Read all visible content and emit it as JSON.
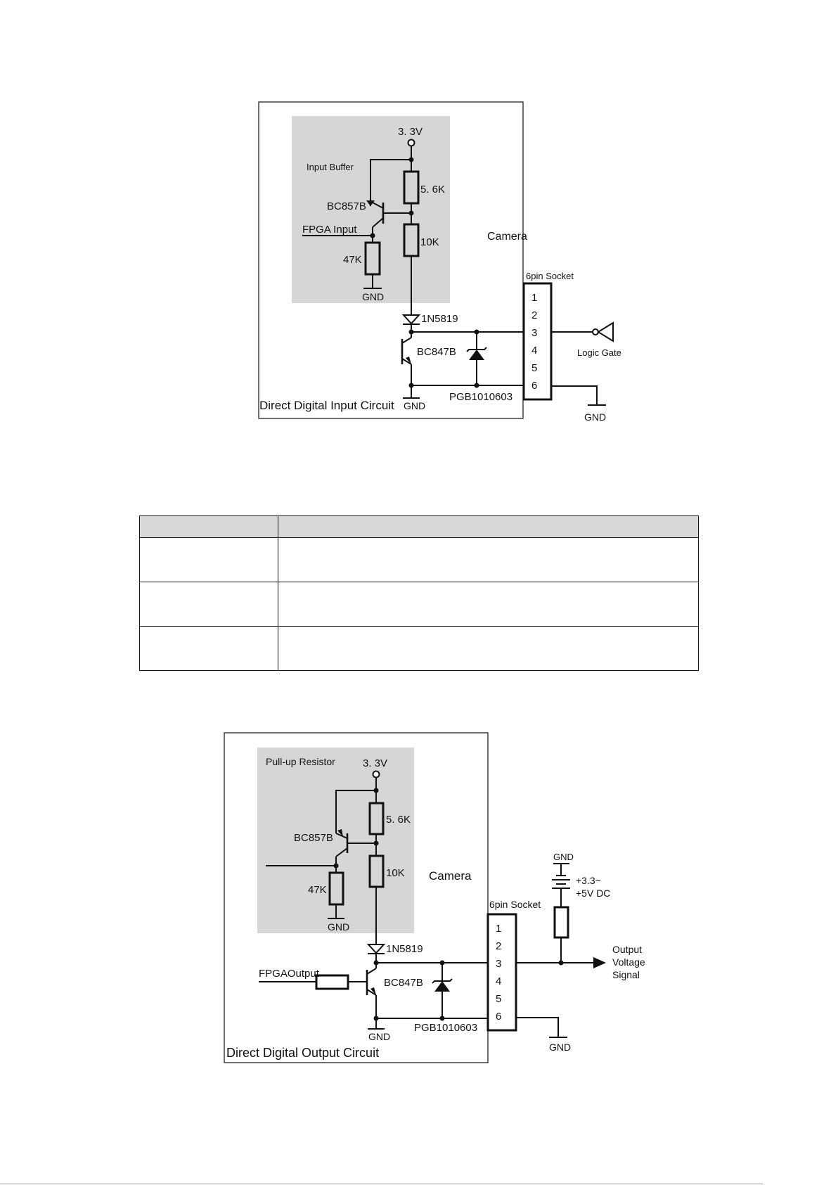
{
  "input_circuit": {
    "title": "Direct Digital Input Circuit",
    "buffer_label": "Input Buffer",
    "supply": "3. 3V",
    "r1": "5. 6K",
    "r2": "10K",
    "r3": "47K",
    "pnp": "BC857B",
    "input_label": "FPGA  Input",
    "gnd_buffer": "GND",
    "diode": "1N5819",
    "npn": "BC847B",
    "tvs": "PGB1010603",
    "gnd_main": "GND",
    "camera": "Camera",
    "socket_label": "6pin Socket",
    "pins": [
      "1",
      "2",
      "3",
      "4",
      "5",
      "6"
    ],
    "logic_gate": "Logic Gate",
    "gnd_external": "GND"
  },
  "signal_table": {
    "header": [
      "",
      ""
    ],
    "rows": [
      [
        "",
        ""
      ],
      [
        "",
        ""
      ],
      [
        "",
        ""
      ]
    ]
  },
  "output_circuit": {
    "title": "Direct Digital Output Circuit",
    "pullup_label": "Pull-up Resistor",
    "supply": "3. 3V",
    "r1": "5. 6K",
    "r2": "10K",
    "r3": "47K",
    "pnp": "BC857B",
    "gnd_buffer": "GND",
    "diode": "1N5819",
    "fpga_output": "FPGAOutput",
    "npn": "BC847B",
    "gnd_main": "GND",
    "tvs": "PGB1010603",
    "camera": "Camera",
    "socket_label": "6pin Socket",
    "pins": [
      "1",
      "2",
      "3",
      "4",
      "5",
      "6"
    ],
    "gnd_top": "GND",
    "dc_supply_1": "+3.3~",
    "dc_supply_2": "+5V DC",
    "output_1": "Output",
    "output_2": "Voltage",
    "output_3": "Signal",
    "gnd_external": "GND"
  }
}
